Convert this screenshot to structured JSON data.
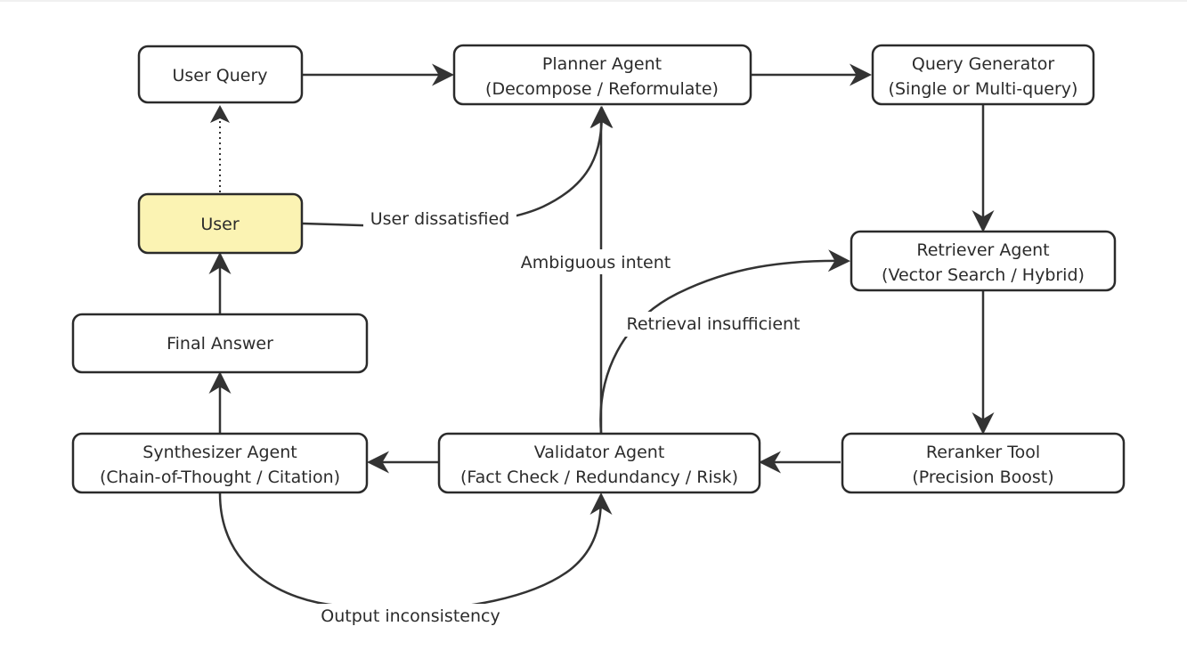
{
  "nodes": {
    "user_query": {
      "line1": "User Query",
      "line2": ""
    },
    "planner": {
      "line1": "Planner Agent",
      "line2": "(Decompose / Reformulate)"
    },
    "query_generator": {
      "line1": "Query Generator",
      "line2": "(Single or Multi-query)"
    },
    "user": {
      "line1": "User",
      "line2": ""
    },
    "retriever": {
      "line1": "Retriever Agent",
      "line2": "(Vector Search / Hybrid)"
    },
    "final_answer": {
      "line1": "Final Answer",
      "line2": ""
    },
    "synthesizer": {
      "line1": "Synthesizer Agent",
      "line2": "(Chain-of-Thought / Citation)"
    },
    "validator": {
      "line1": "Validator Agent",
      "line2": "(Fact Check / Redundancy / Risk)"
    },
    "reranker": {
      "line1": "Reranker Tool",
      "line2": "(Precision Boost)"
    }
  },
  "edge_labels": {
    "user_dissatisfied": "User dissatisfied",
    "ambiguous_intent": "Ambiguous intent",
    "retrieval_insufficient": "Retrieval insufficient",
    "output_inconsistency": "Output inconsistency"
  },
  "colors": {
    "node_fill": "#ffffff",
    "user_fill": "#fbf3b3",
    "stroke": "#2b2b2b"
  }
}
